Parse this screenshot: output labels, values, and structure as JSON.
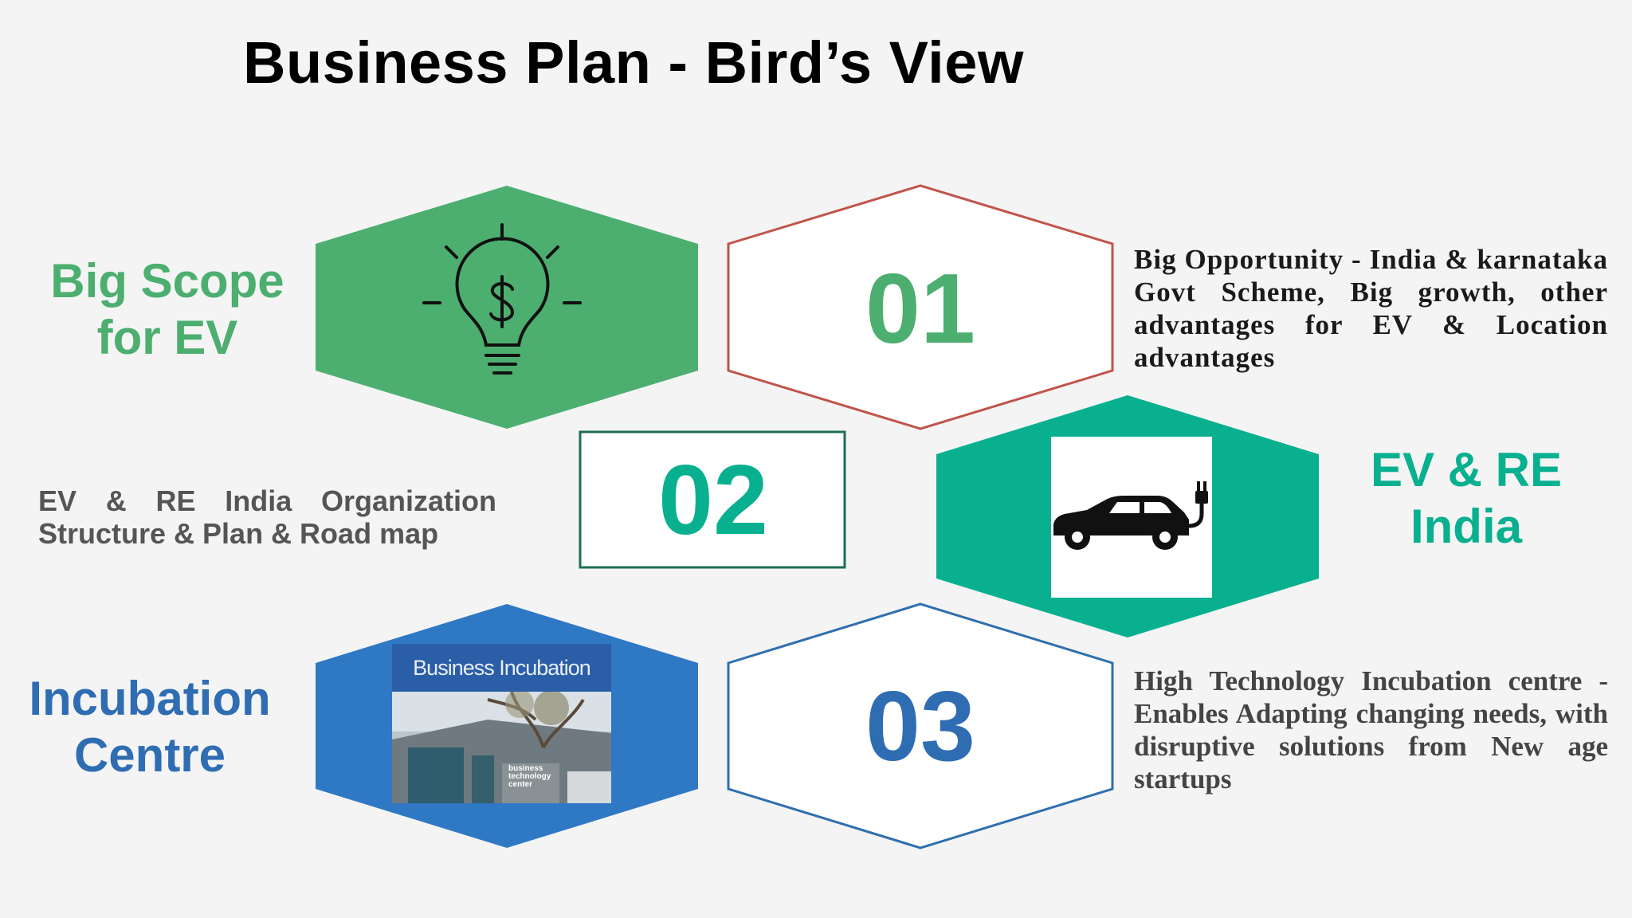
{
  "title": "Business Plan - Bird’s View",
  "colors": {
    "green": "#4cae6f",
    "teal": "#08b08f",
    "blue": "#2f78c4",
    "red_outline": "#c0544a",
    "dark_green_outline": "#1e6e4e",
    "blue_outline": "#2f6fae"
  },
  "items": [
    {
      "number": "01",
      "label_line1": "Big Scope",
      "label_line2": "for EV",
      "icon": "lightbulb-dollar-icon",
      "description": "Big Opportunity - India & karnataka Govt Scheme, Big growth, other advantages for EV & Location advantages"
    },
    {
      "number": "02",
      "label_line1": "EV & RE",
      "label_line2": "India",
      "icon": "electric-car-icon",
      "description": "EV & RE India Organization Structure & Plan & Road map"
    },
    {
      "number": "03",
      "label_line1": "Incubation",
      "label_line2": "Centre",
      "image_banner": "Business Incubation",
      "sign_text": "business technology center",
      "description": "High Technology Incubation centre - Enables Adapting changing needs, with disruptive solutions from New age startups"
    }
  ]
}
